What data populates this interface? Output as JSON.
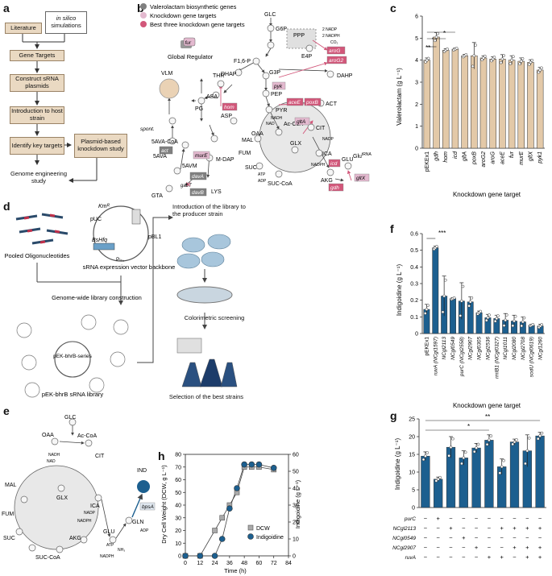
{
  "panels": {
    "a": "a",
    "b": "b",
    "c": "c",
    "d": "d",
    "e": "e",
    "f": "f",
    "g": "g",
    "h": "h"
  },
  "panel_a": {
    "literature": "Literature",
    "in_silico": "in silico",
    "simulations": "simulations",
    "gene_targets": "Gene Targets",
    "construct": "Construct sRNA plasmids",
    "introduce": "Introduction to host strain",
    "identify": "Identify key targets",
    "knockdown": "Plasmid-based knockdown study",
    "genome": "Genome engineering study"
  },
  "panel_b": {
    "legend": [
      "Valerolactam biosynthetic genes",
      "Knockdown gene targets",
      "Best three knockdown gene targets"
    ],
    "legend_colors": [
      "#808080",
      "#e3b9cf",
      "#d2577a"
    ],
    "global_regulator": "Global Regulator",
    "fur": "fur",
    "metabolites": [
      "GLC",
      "G6P",
      "PPP",
      "F1,6-P",
      "E4P",
      "DHAP",
      "G3P",
      "DAHP",
      "PEP",
      "PYR",
      "ACT",
      "Ac-CoA",
      "THR",
      "ASA",
      "ASP",
      "OAA",
      "CIT",
      "MAL",
      "GLX",
      "ICA",
      "FUM",
      "SUC",
      "AKG",
      "SUC-CoA",
      "GLU",
      "VLM",
      "PG",
      "5AVA-CoA",
      "5AVA",
      "5AVM",
      "M-DAP",
      "LYS",
      "GTA"
    ],
    "genes": [
      "aroG",
      "aroG2",
      "pyk",
      "aceE",
      "poxB",
      "gltA",
      "icd",
      "gdh",
      "gltX",
      "hom",
      "murE",
      "act",
      "davA",
      "davB"
    ],
    "cofactors": [
      "2 NADP",
      "2 NADPH",
      "CO₂",
      "NADH",
      "NAD",
      "NADP",
      "NADPH",
      "ATP",
      "ADP",
      "Glu"
    ],
    "spont": "spont.",
    "gabT": "gabT",
    "glu_trna": "tRNA"
  },
  "panel_c": {
    "ylabel": "Valerolactam (g L⁻¹)",
    "xlabel": "Knockdown gene target",
    "sig": [
      "**",
      "**",
      "*"
    ]
  },
  "panel_d": {
    "km": "Kmᴿ",
    "puc": "pUC",
    "pbl1": "pBL1",
    "bshfq": "BsHfq",
    "ptrc": "Pₜᵣ꜀",
    "pooled": "Pooled Oligonucleotides",
    "vector": "sRNA expression vector backbone",
    "genome_wide": "Genome-wide library construction",
    "series": "pEK-bhrB-series",
    "library": "pEK-bhrB sRNA library",
    "intro_lib": "Introduction of the library to the producer strain",
    "colorimetric": "Colorimetric screening",
    "selection": "Selection of the best strains"
  },
  "panel_e": {
    "metabolites": [
      "GLC",
      "OAA",
      "Ac-CoA",
      "CIT",
      "MAL",
      "GLX",
      "ICA",
      "FUM",
      "SUC",
      "AKG",
      "SUC-CoA",
      "GLU",
      "GLN",
      "IND"
    ],
    "cofactors": [
      "NADH",
      "NAD",
      "NADP",
      "NADPH",
      "NH₃",
      "ATP",
      "ADP",
      "NADPH"
    ],
    "bpsA": "bpsA"
  },
  "panel_f": {
    "ylabel": "Indigoidine (g L⁻¹)",
    "xlabel": "Knockdown gene target",
    "sig": "***"
  },
  "panel_g": {
    "ylabel": "Indigoidine (g L⁻¹)",
    "sig": [
      "*",
      "**"
    ],
    "rows": [
      {
        "name": "purC",
        "marks": [
          "−",
          "+",
          "−",
          "−",
          "−",
          "−",
          "−",
          "−",
          "−",
          "−"
        ]
      },
      {
        "name": "NCgl2113",
        "marks": [
          "−",
          "−",
          "+",
          "−",
          "−",
          "−",
          "+",
          "+",
          "+",
          "+"
        ]
      },
      {
        "name": "NCgl0549",
        "marks": [
          "−",
          "−",
          "−",
          "+",
          "−",
          "−",
          "−",
          "−",
          "−",
          "−"
        ]
      },
      {
        "name": "NCgl2907",
        "marks": [
          "−",
          "−",
          "−",
          "−",
          "+",
          "−",
          "−",
          "+",
          "+",
          "+"
        ]
      },
      {
        "name": "ruvA",
        "marks": [
          "−",
          "−",
          "−",
          "−",
          "−",
          "+",
          "+",
          "−",
          "+",
          "+"
        ]
      }
    ]
  },
  "panel_h": {
    "ylabel_left": "Dry Cell Weight (DCW, g L⁻¹)",
    "ylabel_right": "Indigoidine (g L⁻¹)",
    "xlabel": "Time (h)",
    "legend": [
      "DCW",
      "Indigoidine"
    ]
  },
  "chart_data": [
    {
      "id": "c",
      "type": "bar",
      "categories": [
        "pEKEx1",
        "gdh",
        "hom",
        "icd",
        "gltA",
        "poxB",
        "aroG2",
        "aroG",
        "aceE",
        "fur",
        "murE",
        "gltX",
        "pyk1"
      ],
      "values": [
        4.0,
        5.05,
        4.45,
        4.5,
        4.2,
        4.2,
        4.1,
        4.05,
        4.05,
        4.0,
        3.95,
        3.9,
        3.55
      ],
      "errors": [
        0.1,
        0.2,
        0.07,
        0.05,
        0.06,
        0.6,
        0.1,
        0.1,
        0.2,
        0.2,
        0.15,
        0.12,
        0.12
      ],
      "ylim": [
        0,
        6
      ],
      "yticks": [
        0,
        1,
        2,
        3,
        4,
        5,
        6
      ],
      "color": "#e3c9a8"
    },
    {
      "id": "f",
      "type": "bar",
      "categories": [
        "pEKEx1",
        "ruvA (NCgl1597)",
        "NCgl2113",
        "NCgl0549",
        "purC (NCgl2558)",
        "NCgl2907",
        "NCgl0305",
        "NCgl2536",
        "rmlB1 (NCgl0327)",
        "NCgl1011",
        "NCgl2080",
        "NCgl2708",
        "sodU (NCgl0619)",
        "NCgl1260"
      ],
      "values": [
        0.145,
        0.515,
        0.225,
        0.21,
        0.195,
        0.19,
        0.125,
        0.095,
        0.09,
        0.08,
        0.075,
        0.07,
        0.05,
        0.045
      ],
      "errors": [
        0.03,
        0.01,
        0.12,
        0.005,
        0.11,
        0.03,
        0.01,
        0.02,
        0.02,
        0.04,
        0.035,
        0.03,
        0.005,
        0.01
      ],
      "ylim": [
        0,
        0.6
      ],
      "yticks": [
        0,
        0.1,
        0.2,
        0.3,
        0.4,
        0.5,
        0.6
      ],
      "color": "#1c5f8f"
    },
    {
      "id": "g",
      "type": "bar",
      "values": [
        14.5,
        8.0,
        17.0,
        14.0,
        16.8,
        19.0,
        11.5,
        18.5,
        16.0,
        20.2
      ],
      "errors": [
        1.2,
        0.6,
        3.0,
        2.0,
        1.3,
        1.5,
        2.2,
        0.8,
        4.5,
        1.0
      ],
      "ylim": [
        0,
        25
      ],
      "yticks": [
        0,
        5,
        10,
        15,
        20,
        25
      ],
      "color": "#1c5f8f"
    },
    {
      "id": "h",
      "type": "line",
      "x": [
        0,
        12,
        24,
        30,
        36,
        42,
        48,
        54,
        60,
        72
      ],
      "series": [
        {
          "name": "DCW",
          "y": [
            0,
            0,
            20,
            30,
            40,
            50,
            70,
            70,
            70,
            68
          ]
        },
        {
          "name": "Indigoidine",
          "y": [
            0,
            0,
            0,
            10,
            28,
            40,
            54,
            54,
            54,
            52
          ]
        }
      ],
      "xlim": [
        0,
        84
      ],
      "xticks": [
        0,
        12,
        24,
        36,
        48,
        60,
        72,
        84
      ],
      "ylim_left": [
        0,
        80
      ],
      "yticks_left": [
        0,
        10,
        20,
        30,
        40,
        50,
        60,
        70,
        80
      ],
      "ylim_right": [
        0,
        60
      ],
      "yticks_right": [
        0,
        10,
        20,
        30,
        40,
        50,
        60
      ]
    }
  ]
}
